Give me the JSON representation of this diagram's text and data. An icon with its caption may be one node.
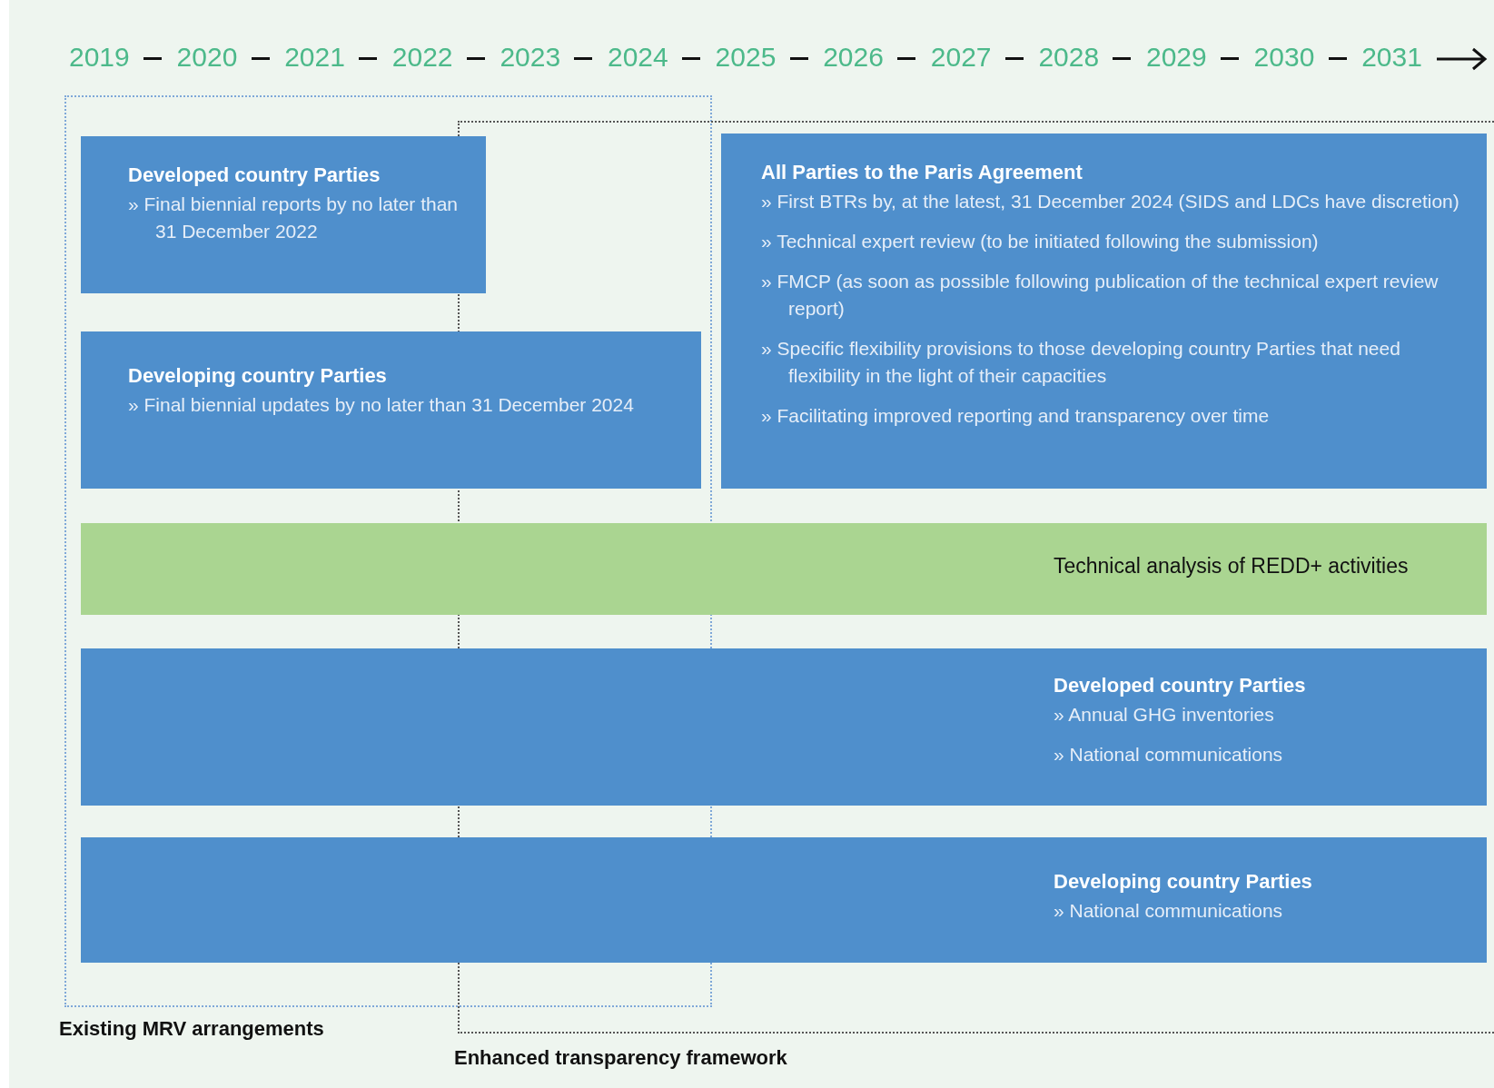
{
  "diagram": {
    "nodes": [
      {
        "text": [
          "Existing MRV arrangements"
        ]
      },
      {
        "text": [
          "Enhanced transparency framework"
        ]
      },
      {
        "text": [
          "Developed country Parties",
          "» Final biennial reports by no later than 31 December 2022"
        ],
        "in": 0
      },
      {
        "text": [
          "Developing country Parties",
          "» Final biennial updates by no later than 31 December 2024"
        ],
        "in": 0
      },
      {
        "text": [
          "All Parties to the Paris Agreement",
          "» First BTRs by, at the latest, 31 December 2024 (SIDS and LDCs have discretion)",
          "» Technical expert review (to be initiated following the submission)",
          "» FMCP (as soon as possible following publication of the technical expert review report)",
          "» Specific flexibility provisions to those developing country Parties that need flexibility in the light of their capacities",
          "» Facilitating improved reporting and transparency over time"
        ],
        "in": 1
      },
      {
        "text": [
          "Technical analysis of REDD+ activities"
        ]
      },
      {
        "text": [
          "Developed country Parties",
          "» Annual GHG inventories",
          "» National communications"
        ]
      },
      {
        "text": [
          "Developing country Parties",
          "» National communications"
        ]
      }
    ],
    "edges": [],
    "labels": [
      "2019",
      "2020",
      "2021",
      "2022",
      "2023",
      "2024",
      "2025",
      "2026",
      "2027",
      "2028",
      "2029",
      "2030",
      "2031"
    ]
  }
}
